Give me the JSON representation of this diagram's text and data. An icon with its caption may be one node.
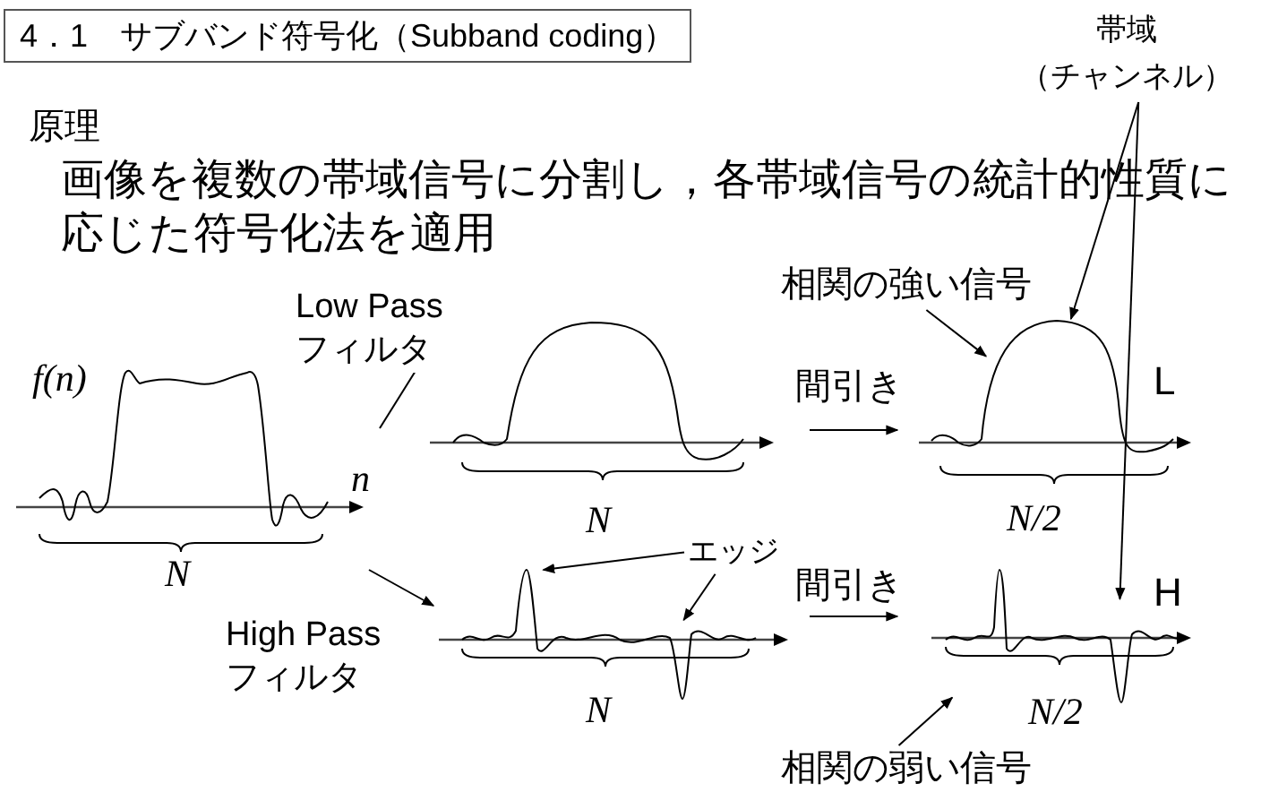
{
  "diagram": {
    "title": "4．1　サブバンド符号化（Subband coding）",
    "nodes": [
      {
        "text": [
          "f(n)",
          "n"
        ],
        "beside": [
          "N"
        ]
      },
      {
        "text": [],
        "shape": "waveform",
        "beside": [
          "N"
        ]
      },
      {
        "text": [
          "L"
        ],
        "beside": [
          "N/2"
        ]
      },
      {
        "text": [],
        "shape": "waveform",
        "beside": [
          "N"
        ]
      },
      {
        "text": [
          "H"
        ],
        "beside": [
          "N/2"
        ]
      },
      {
        "text": [
          "帯域（チャンネル）"
        ]
      },
      {
        "text": [
          "相関の強い信号"
        ]
      },
      {
        "text": [
          "相関の弱い信号"
        ]
      },
      {
        "text": [
          "エッジ"
        ]
      }
    ],
    "edges": [
      {
        "from": 0,
        "to": 1,
        "arrow": "to",
        "label": "Low Pass フィルタ"
      },
      {
        "from": 0,
        "to": 3,
        "arrow": "to",
        "label": "High Pass フィルタ"
      },
      {
        "from": 1,
        "to": 2,
        "arrow": "to",
        "label": "間引き"
      },
      {
        "from": 3,
        "to": 4,
        "arrow": "to",
        "label": "間引き"
      },
      {
        "from": 5,
        "to": 2,
        "arrow": "to"
      },
      {
        "from": 5,
        "to": 4,
        "arrow": "to"
      },
      {
        "from": 6,
        "to": 2,
        "arrow": "to"
      },
      {
        "from": 7,
        "to": 4,
        "arrow": "to"
      },
      {
        "from": 8,
        "to": 3,
        "arrow": "to"
      },
      {
        "from": 8,
        "to": 3,
        "arrow": "to"
      }
    ],
    "labels": [
      "原理",
      "画像を複数の帯域信号に分割し，各帯域信号の統計的性質に応じた符号化法を適用"
    ]
  }
}
